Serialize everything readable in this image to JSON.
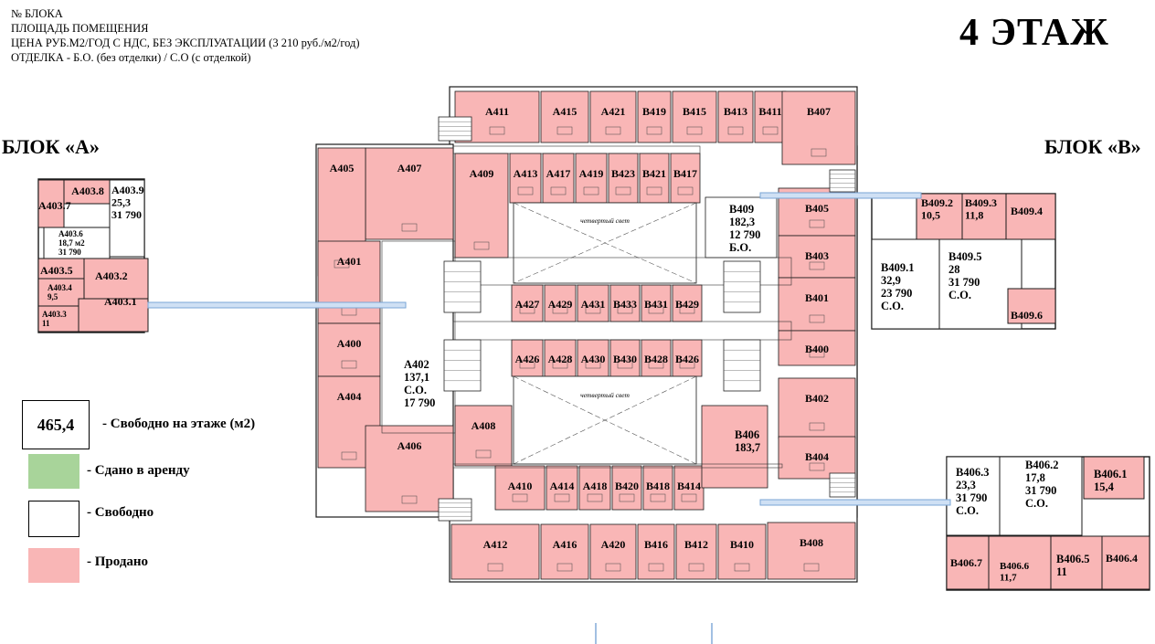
{
  "header": {
    "lines": [
      "№ БЛОКА",
      "ПЛОЩАДЬ ПОМЕЩЕНИЯ",
      "ЦЕНА РУБ.М2/ГОД С НДС, БЕЗ ЭКСПЛУАТАЦИИ (3 210 руб./м2/год)",
      "ОТДЕЛКА - Б.О. (без отделки) / С.О (с отделкой)"
    ],
    "floor_title": "4 ЭТАЖ"
  },
  "blocks": {
    "a": "БЛОК «А»",
    "b": "БЛОК «В»"
  },
  "colors": {
    "sold": "#f9b6b6",
    "rented": "#a8d49a",
    "free": "#ffffff",
    "line": "#1a1a1a",
    "connector": "#7aa6d6"
  },
  "legend": {
    "free_area": "465,4",
    "free_area_label": "- Свободно на этаже (м2)",
    "rented_label": "- Сдано в аренду",
    "free_label": "- Свободно",
    "sold_label": "- Продано"
  },
  "central": {
    "light_well": "четвертый свет"
  },
  "rooms": [
    {
      "id": "A411",
      "label": "A411",
      "status": "sold"
    },
    {
      "id": "A415",
      "label": "A415",
      "status": "sold"
    },
    {
      "id": "A421",
      "label": "A421",
      "status": "sold"
    },
    {
      "id": "B419",
      "label": "B419",
      "status": "sold"
    },
    {
      "id": "B415",
      "label": "B415",
      "status": "sold"
    },
    {
      "id": "B413",
      "label": "B413",
      "status": "sold"
    },
    {
      "id": "B411",
      "label": "B411",
      "status": "sold"
    },
    {
      "id": "B407",
      "label": "B407",
      "status": "sold"
    },
    {
      "id": "A407",
      "label": "A407",
      "status": "sold"
    },
    {
      "id": "A405",
      "label": "A405",
      "status": "sold"
    },
    {
      "id": "A401",
      "label": "A401",
      "status": "sold"
    },
    {
      "id": "A400",
      "label": "A400",
      "status": "sold"
    },
    {
      "id": "A404",
      "label": "A404",
      "status": "sold"
    },
    {
      "id": "A406",
      "label": "A406",
      "status": "sold"
    },
    {
      "id": "A409",
      "label": "A409",
      "status": "sold"
    },
    {
      "id": "A413",
      "label": "A413",
      "status": "sold"
    },
    {
      "id": "A417",
      "label": "A417",
      "status": "sold"
    },
    {
      "id": "A419",
      "label": "A419",
      "status": "sold"
    },
    {
      "id": "B423",
      "label": "B423",
      "status": "sold"
    },
    {
      "id": "B421",
      "label": "B421",
      "status": "sold"
    },
    {
      "id": "B417",
      "label": "B417",
      "status": "sold"
    },
    {
      "id": "A427",
      "label": "A427",
      "status": "sold"
    },
    {
      "id": "A429",
      "label": "A429",
      "status": "sold"
    },
    {
      "id": "A431",
      "label": "A431",
      "status": "sold"
    },
    {
      "id": "B433",
      "label": "B433",
      "status": "sold"
    },
    {
      "id": "B431",
      "label": "B431",
      "status": "sold"
    },
    {
      "id": "B429",
      "label": "B429",
      "status": "sold"
    },
    {
      "id": "A426",
      "label": "A426",
      "status": "sold"
    },
    {
      "id": "A428",
      "label": "A428",
      "status": "sold"
    },
    {
      "id": "A430",
      "label": "A430",
      "status": "sold"
    },
    {
      "id": "B430",
      "label": "B430",
      "status": "sold"
    },
    {
      "id": "B428",
      "label": "B428",
      "status": "sold"
    },
    {
      "id": "B426",
      "label": "B426",
      "status": "sold"
    },
    {
      "id": "A408",
      "label": "A408",
      "status": "sold"
    },
    {
      "id": "A410",
      "label": "A410",
      "status": "sold"
    },
    {
      "id": "A414",
      "label": "A414",
      "status": "sold"
    },
    {
      "id": "A418",
      "label": "A418",
      "status": "sold"
    },
    {
      "id": "B420",
      "label": "B420",
      "status": "sold"
    },
    {
      "id": "B418",
      "label": "B418",
      "status": "sold"
    },
    {
      "id": "B414",
      "label": "B414",
      "status": "sold"
    },
    {
      "id": "B405",
      "label": "B405",
      "status": "sold"
    },
    {
      "id": "B403",
      "label": "B403",
      "status": "sold"
    },
    {
      "id": "B401",
      "label": "B401",
      "status": "sold"
    },
    {
      "id": "B400",
      "label": "B400",
      "status": "sold"
    },
    {
      "id": "B402",
      "label": "B402",
      "status": "sold"
    },
    {
      "id": "B404",
      "label": "B404",
      "status": "sold"
    },
    {
      "id": "A412",
      "label": "A412",
      "status": "sold"
    },
    {
      "id": "A416",
      "label": "A416",
      "status": "sold"
    },
    {
      "id": "A420",
      "label": "A420",
      "status": "sold"
    },
    {
      "id": "B416",
      "label": "B416",
      "status": "sold"
    },
    {
      "id": "B412",
      "label": "B412",
      "status": "sold"
    },
    {
      "id": "B410",
      "label": "B410",
      "status": "sold"
    },
    {
      "id": "B408",
      "label": "B408",
      "status": "sold"
    }
  ],
  "free_units": {
    "a402": {
      "lines": [
        "A402",
        "137,1",
        "С.О.",
        "17 790"
      ]
    },
    "b409": {
      "lines": [
        "B409",
        "182,3",
        "12 790",
        "Б.О."
      ]
    },
    "b406": {
      "lines": [
        "B406",
        "183,7"
      ]
    }
  },
  "inset_a": [
    {
      "id": "A403.8",
      "lines": [
        "A403.8"
      ],
      "status": "sold"
    },
    {
      "id": "A403.7",
      "lines": [
        "A403.7"
      ],
      "status": "sold"
    },
    {
      "id": "A403.9",
      "lines": [
        "A403.9",
        "25,3",
        "31 790"
      ],
      "status": "free"
    },
    {
      "id": "A403.6",
      "lines": [
        "A403.6",
        "18,7 м2",
        "31 790"
      ],
      "status": "free"
    },
    {
      "id": "A403.5",
      "lines": [
        "A403.5"
      ],
      "status": "sold"
    },
    {
      "id": "A403.4",
      "lines": [
        "A403.4",
        "9,5"
      ],
      "status": "sold"
    },
    {
      "id": "A403.3",
      "lines": [
        "A403.3",
        "11"
      ],
      "status": "sold"
    },
    {
      "id": "A403.2",
      "lines": [
        "A403.2"
      ],
      "status": "sold"
    },
    {
      "id": "A403.1",
      "lines": [
        "A403.1"
      ],
      "status": "sold"
    }
  ],
  "inset_b409": [
    {
      "id": "B409.2",
      "lines": [
        "B409.2",
        "10,5"
      ],
      "status": "sold"
    },
    {
      "id": "B409.3",
      "lines": [
        "B409.3",
        "11,8"
      ],
      "status": "sold"
    },
    {
      "id": "B409.4",
      "lines": [
        "B409.4"
      ],
      "status": "sold"
    },
    {
      "id": "B409.1",
      "lines": [
        "B409.1",
        "32,9",
        "23 790",
        "С.О."
      ],
      "status": "free"
    },
    {
      "id": "B409.5",
      "lines": [
        "B409.5",
        "28",
        "31 790",
        "С.О."
      ],
      "status": "free"
    },
    {
      "id": "B409.6",
      "lines": [
        "B409.6"
      ],
      "status": "sold"
    }
  ],
  "inset_b406": [
    {
      "id": "B406.3",
      "lines": [
        "B406.3",
        "23,3",
        "31 790",
        "С.О."
      ],
      "status": "free"
    },
    {
      "id": "B406.2",
      "lines": [
        "B406.2",
        "17,8",
        "31 790",
        "С.О."
      ],
      "status": "free"
    },
    {
      "id": "B406.1",
      "lines": [
        "B406.1",
        "15,4"
      ],
      "status": "sold"
    },
    {
      "id": "B406.7",
      "lines": [
        "B406.7"
      ],
      "status": "sold"
    },
    {
      "id": "B406.6",
      "lines": [
        "B406.6",
        "11,7"
      ],
      "status": "sold"
    },
    {
      "id": "B406.5",
      "lines": [
        "B406.5",
        "11"
      ],
      "status": "sold"
    },
    {
      "id": "B406.4",
      "lines": [
        "B406.4"
      ],
      "status": "sold"
    }
  ]
}
